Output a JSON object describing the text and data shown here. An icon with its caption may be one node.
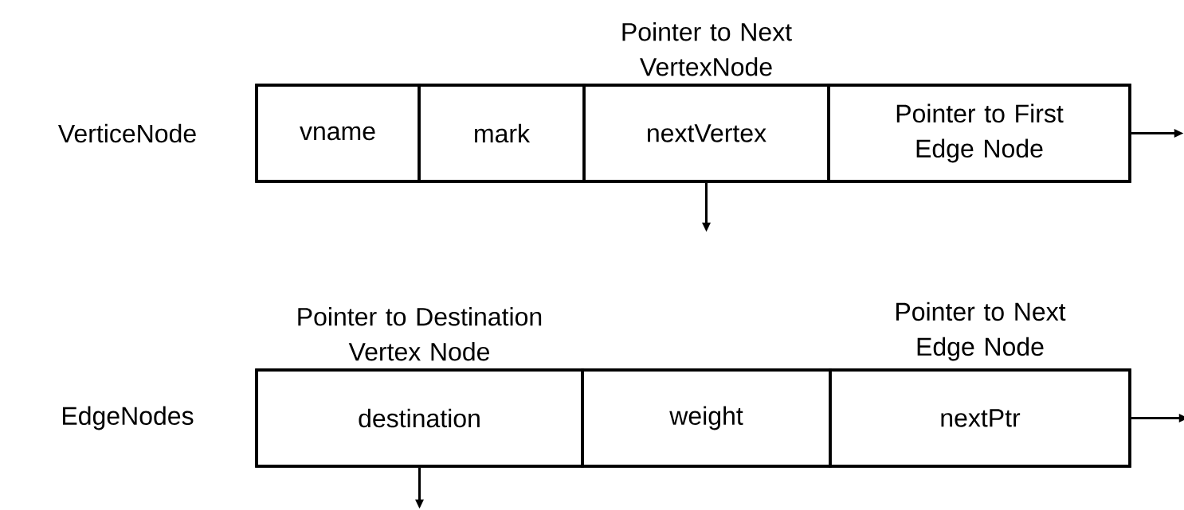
{
  "diagram": {
    "nodes": [
      {
        "text": [],
        "shape": "box",
        "beside": [
          "VerticeNode"
        ]
      },
      {
        "text": [
          "vname"
        ],
        "in": 0
      },
      {
        "text": [
          "mark"
        ],
        "in": 0
      },
      {
        "text": [
          "Pointer to Next VertexNode",
          "nextVertex"
        ],
        "in": 0
      },
      {
        "text": [
          "Pointer to First Edge Node"
        ],
        "in": 0
      },
      {
        "text": [],
        "shape": "box",
        "beside": [
          "EdgeNodes"
        ]
      },
      {
        "text": [
          "Pointer to Destination Vertex Node",
          "destination"
        ],
        "in": 5
      },
      {
        "text": [
          "weight"
        ],
        "in": 5
      },
      {
        "text": [
          "Pointer to Next Edge Node",
          "nextPtr"
        ],
        "in": 5
      }
    ],
    "edges": [
      {
        "from": 3,
        "to": null,
        "arrow": "to"
      },
      {
        "from": 4,
        "to": null,
        "arrow": "to"
      },
      {
        "from": 6,
        "to": null,
        "arrow": "to"
      },
      {
        "from": 8,
        "to": null,
        "arrow": "to"
      }
    ]
  }
}
